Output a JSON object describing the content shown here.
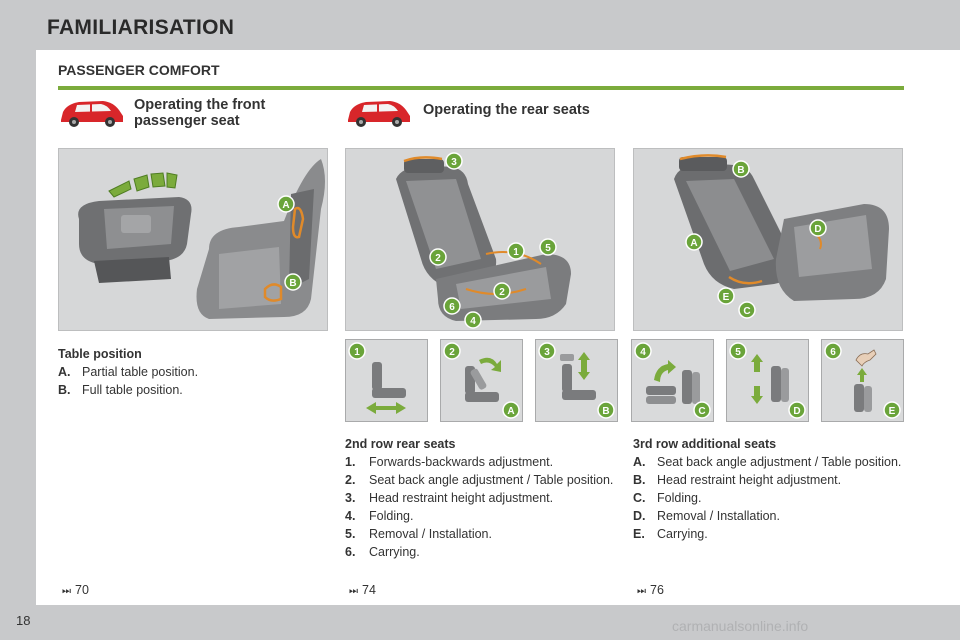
{
  "header": {
    "title": "FAMILIARISATION"
  },
  "section": {
    "title": "PASSENGER COMFORT"
  },
  "front": {
    "title_line1": "Operating the front",
    "title_line2": "passenger seat",
    "caption_title": "Table position",
    "items": [
      {
        "key": "A.",
        "text": "Partial table position."
      },
      {
        "key": "B.",
        "text": "Full table position."
      }
    ],
    "ref": "70",
    "callouts": [
      "A",
      "B"
    ]
  },
  "rear": {
    "title": "Operating the rear seats",
    "row2": {
      "caption_title": "2nd row rear seats",
      "items": [
        {
          "key": "1.",
          "text": "Forwards-backwards adjustment."
        },
        {
          "key": "2.",
          "text": "Seat back angle adjustment / Table position."
        },
        {
          "key": "3.",
          "text": "Head restraint height adjustment."
        },
        {
          "key": "4.",
          "text": "Folding."
        },
        {
          "key": "5.",
          "text": "Removal / Installation."
        },
        {
          "key": "6.",
          "text": "Carrying."
        }
      ],
      "ref": "74",
      "callouts": [
        "3",
        "2",
        "1",
        "5",
        "2",
        "6",
        "4"
      ]
    },
    "row3": {
      "caption_title": "3rd row additional seats",
      "items": [
        {
          "key": "A.",
          "text": "Seat back angle adjustment / Table position."
        },
        {
          "key": "B.",
          "text": "Head restraint height adjustment."
        },
        {
          "key": "C.",
          "text": "Folding."
        },
        {
          "key": "D.",
          "text": "Removal / Installation."
        },
        {
          "key": "E.",
          "text": "Carrying."
        }
      ],
      "ref": "76",
      "callouts": [
        "B",
        "D",
        "A",
        "E",
        "C"
      ]
    },
    "thumbnails": [
      {
        "number": "1",
        "letter": ""
      },
      {
        "number": "2",
        "letter": "A"
      },
      {
        "number": "3",
        "letter": "B"
      },
      {
        "number": "4",
        "letter": "C"
      },
      {
        "number": "5",
        "letter": "D"
      },
      {
        "number": "6",
        "letter": "E"
      }
    ]
  },
  "page_number": "18",
  "watermark": "carmanualsonline.info",
  "colors": {
    "accent_green": "#7bab3c",
    "callout_green": "#6aa43a",
    "highlight_orange": "#e08a2a",
    "car_red": "#d8262a"
  }
}
